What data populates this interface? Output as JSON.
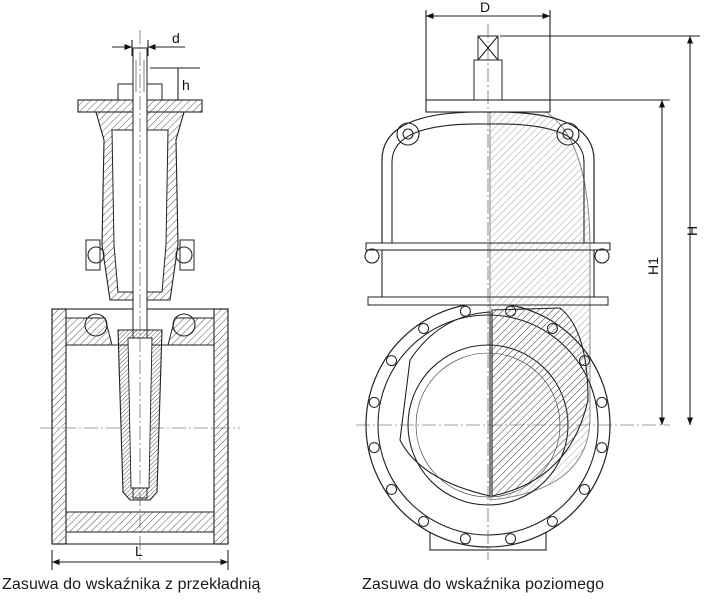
{
  "captions": {
    "left": "Zasuwa do wskaźnika z przekładnią",
    "right": "Zasuwa do wskaźnika poziomego"
  },
  "dimensions": {
    "d": "d",
    "h": "h",
    "L": "L",
    "D": "D",
    "H": "H",
    "H1": "H1"
  },
  "colors": {
    "line": "#222222",
    "hatch": "#555555",
    "background": "#ffffff"
  }
}
